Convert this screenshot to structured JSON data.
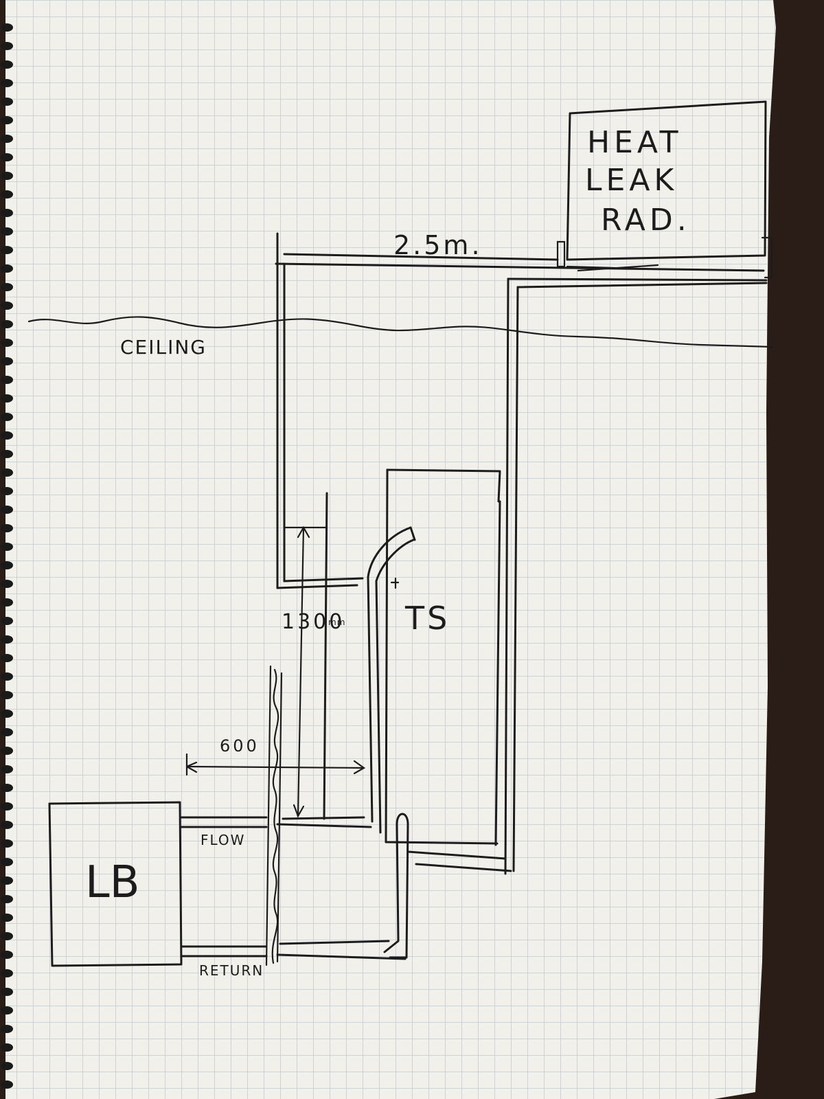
{
  "diagram": {
    "radiator_label": [
      "HEAT",
      "LEAK",
      "RAD."
    ],
    "pipe_length_label": "2.5m.",
    "ceiling_label": "CEILING",
    "ts_label": "TS",
    "height_label": "1300",
    "height_unit": "mm",
    "width_label": "600",
    "boiler_label": "LB",
    "flow_label": "FLOW",
    "return_label": "RETURN"
  },
  "colors": {
    "paper": "#f1f0ea",
    "grid": "#b7c3cc",
    "ink": "#1c1c1c",
    "background": "#2a1d18"
  }
}
